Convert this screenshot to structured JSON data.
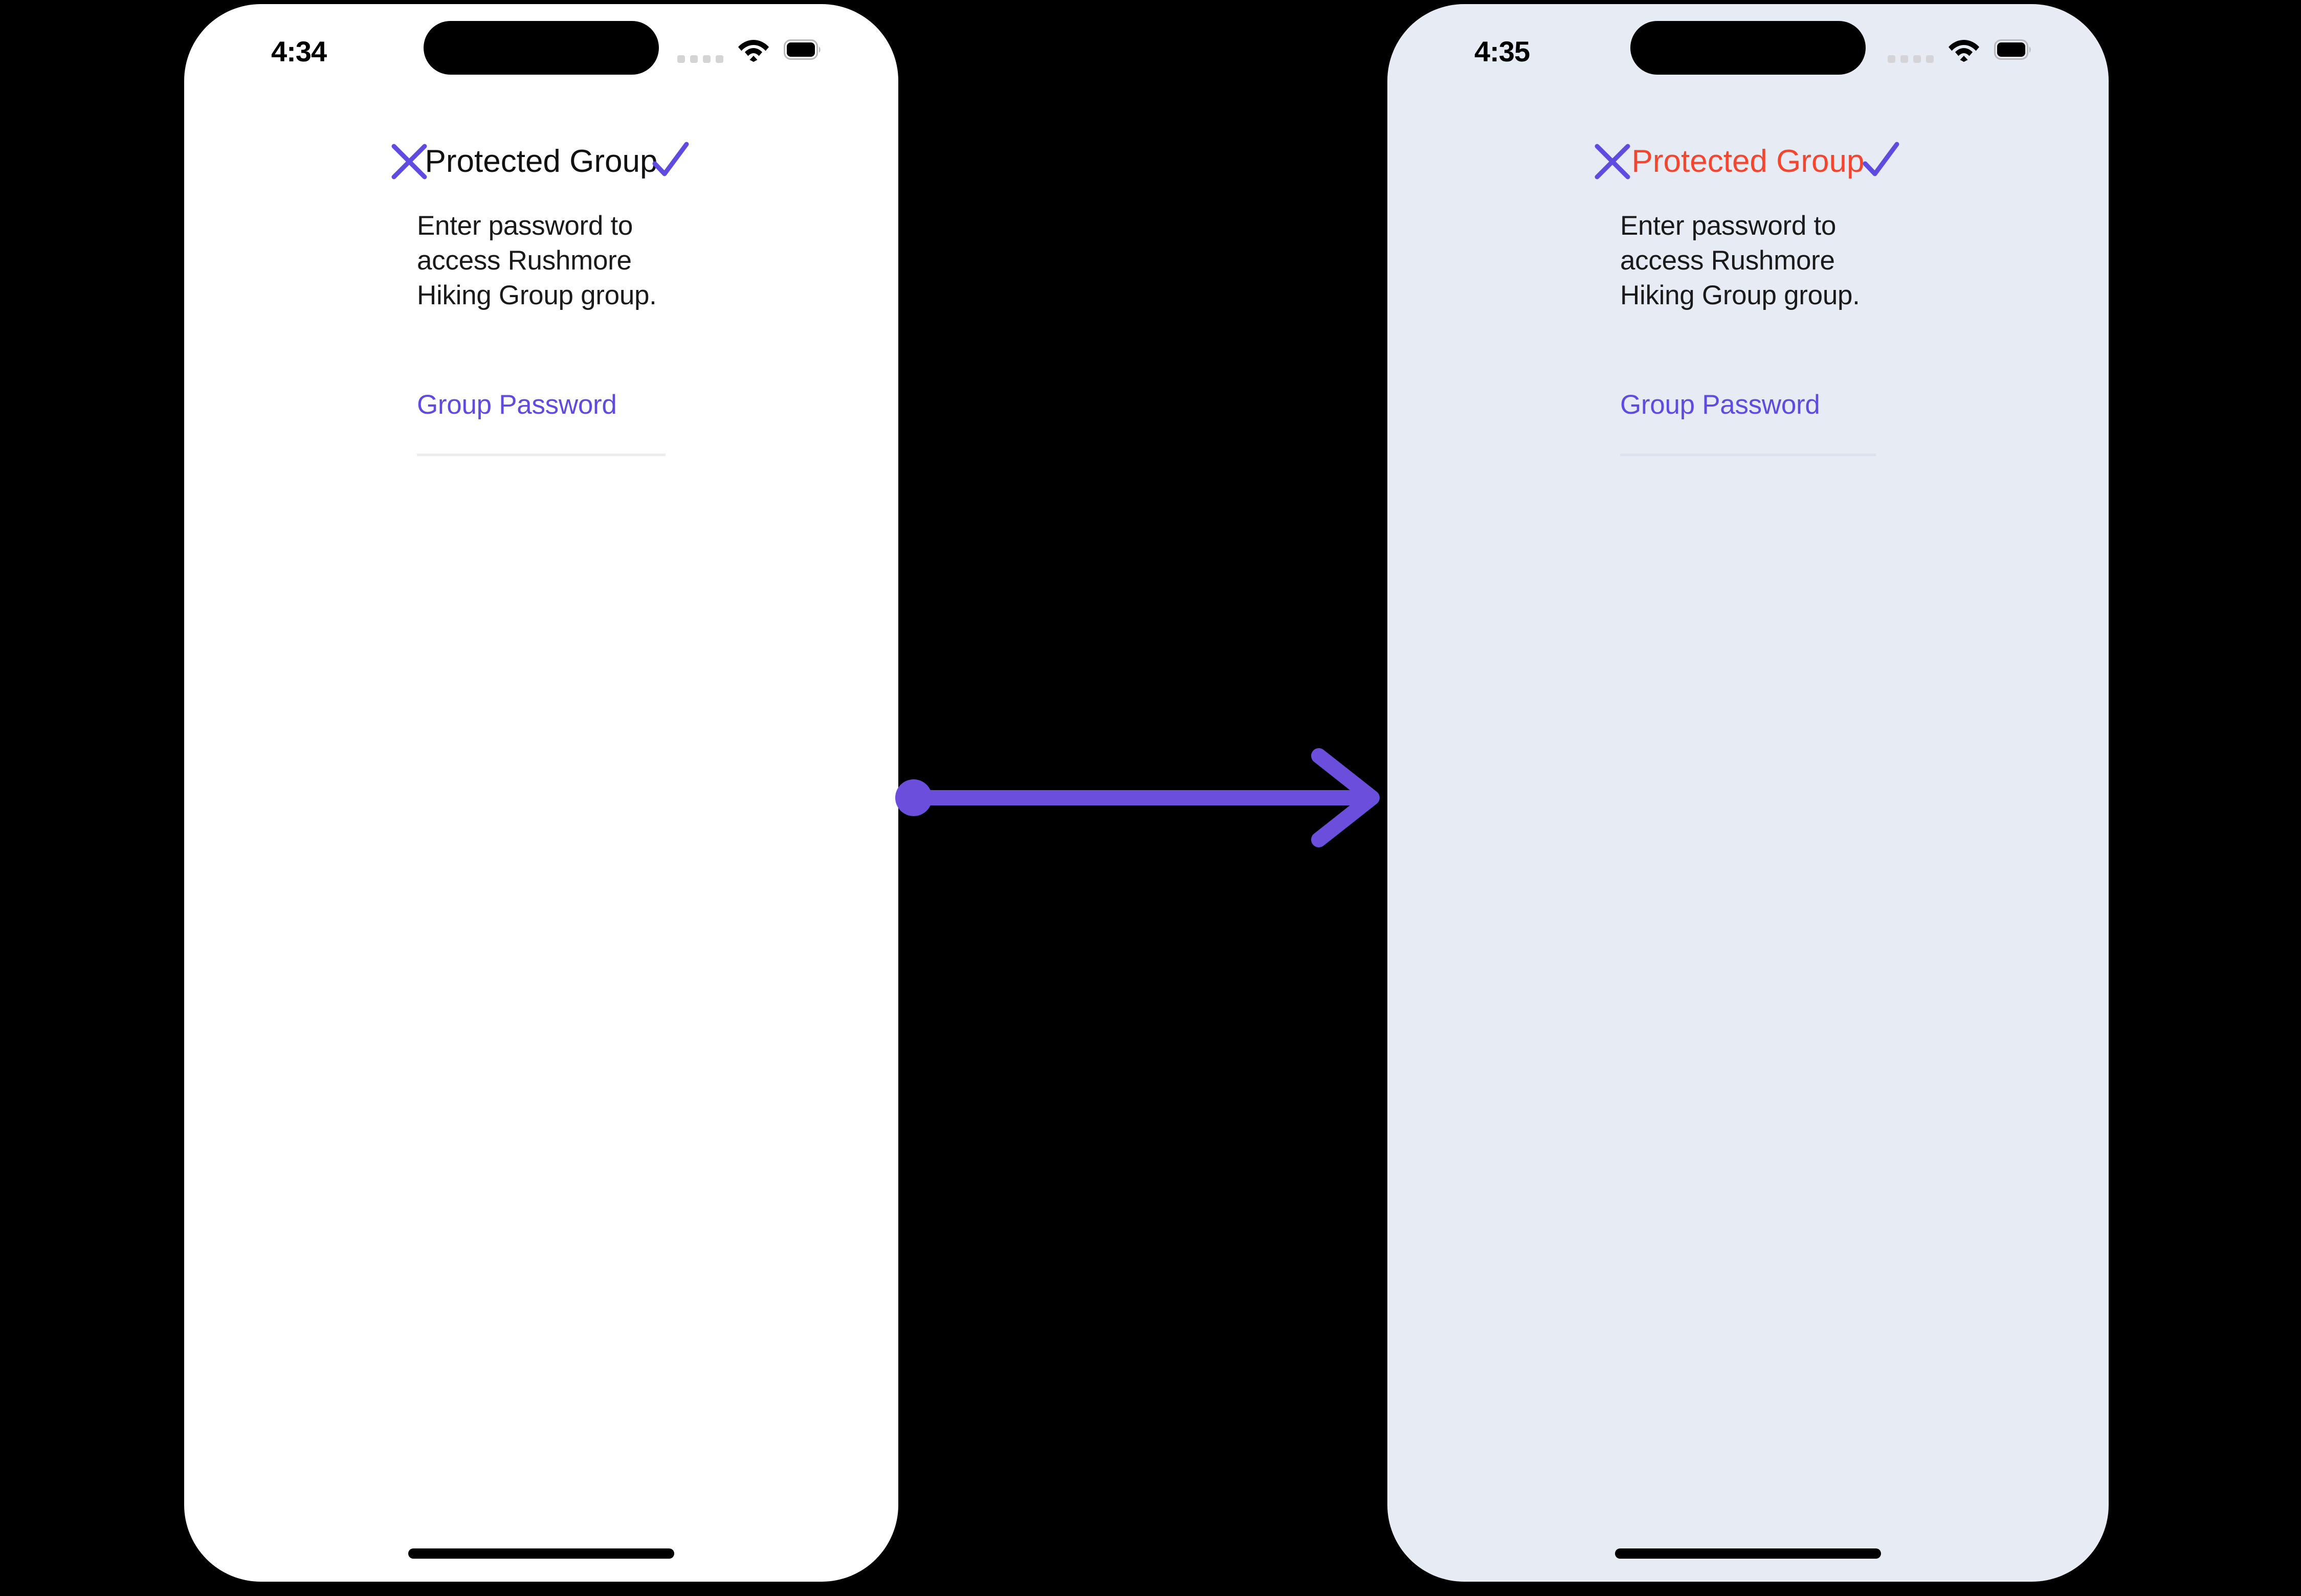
{
  "accent_colors": {
    "purple": "#5F4BE0",
    "arrow_purple": "#6B4EDB",
    "alert_red": "#F4452E",
    "screen_bg_before": "#FFFFFF",
    "screen_bg_after": "#E6EBF4",
    "canvas_bg": "#000000",
    "divider": "#EDEDEF"
  },
  "screens": [
    {
      "id": "before",
      "status_bar": {
        "time": "4:34",
        "signal_icon": "signal-dots-icon",
        "wifi_icon": "wifi-icon",
        "battery_icon": "battery-full-icon"
      },
      "nav": {
        "close_icon": "close-x-icon",
        "title": "Protected Group",
        "title_state": "normal",
        "confirm_icon": "checkmark-icon"
      },
      "body": {
        "description": "Enter password to access Rushmore Hiking Group group.",
        "field_label": "Group Password",
        "field_value": "",
        "field_placeholder": ""
      },
      "home_indicator": "home-indicator"
    },
    {
      "id": "after",
      "status_bar": {
        "time": "4:35",
        "signal_icon": "signal-dots-icon",
        "wifi_icon": "wifi-icon",
        "battery_icon": "battery-full-icon"
      },
      "nav": {
        "close_icon": "close-x-icon",
        "title": "Protected Group",
        "title_state": "error",
        "confirm_icon": "checkmark-icon"
      },
      "body": {
        "description": "Enter password to access Rushmore Hiking Group group.",
        "field_label": "Group Password",
        "field_value": "",
        "field_placeholder": ""
      },
      "home_indicator": "home-indicator"
    }
  ],
  "transition": {
    "icon": "arrow-right-icon",
    "direction": "left-to-right",
    "color": "#6B4EDB"
  }
}
